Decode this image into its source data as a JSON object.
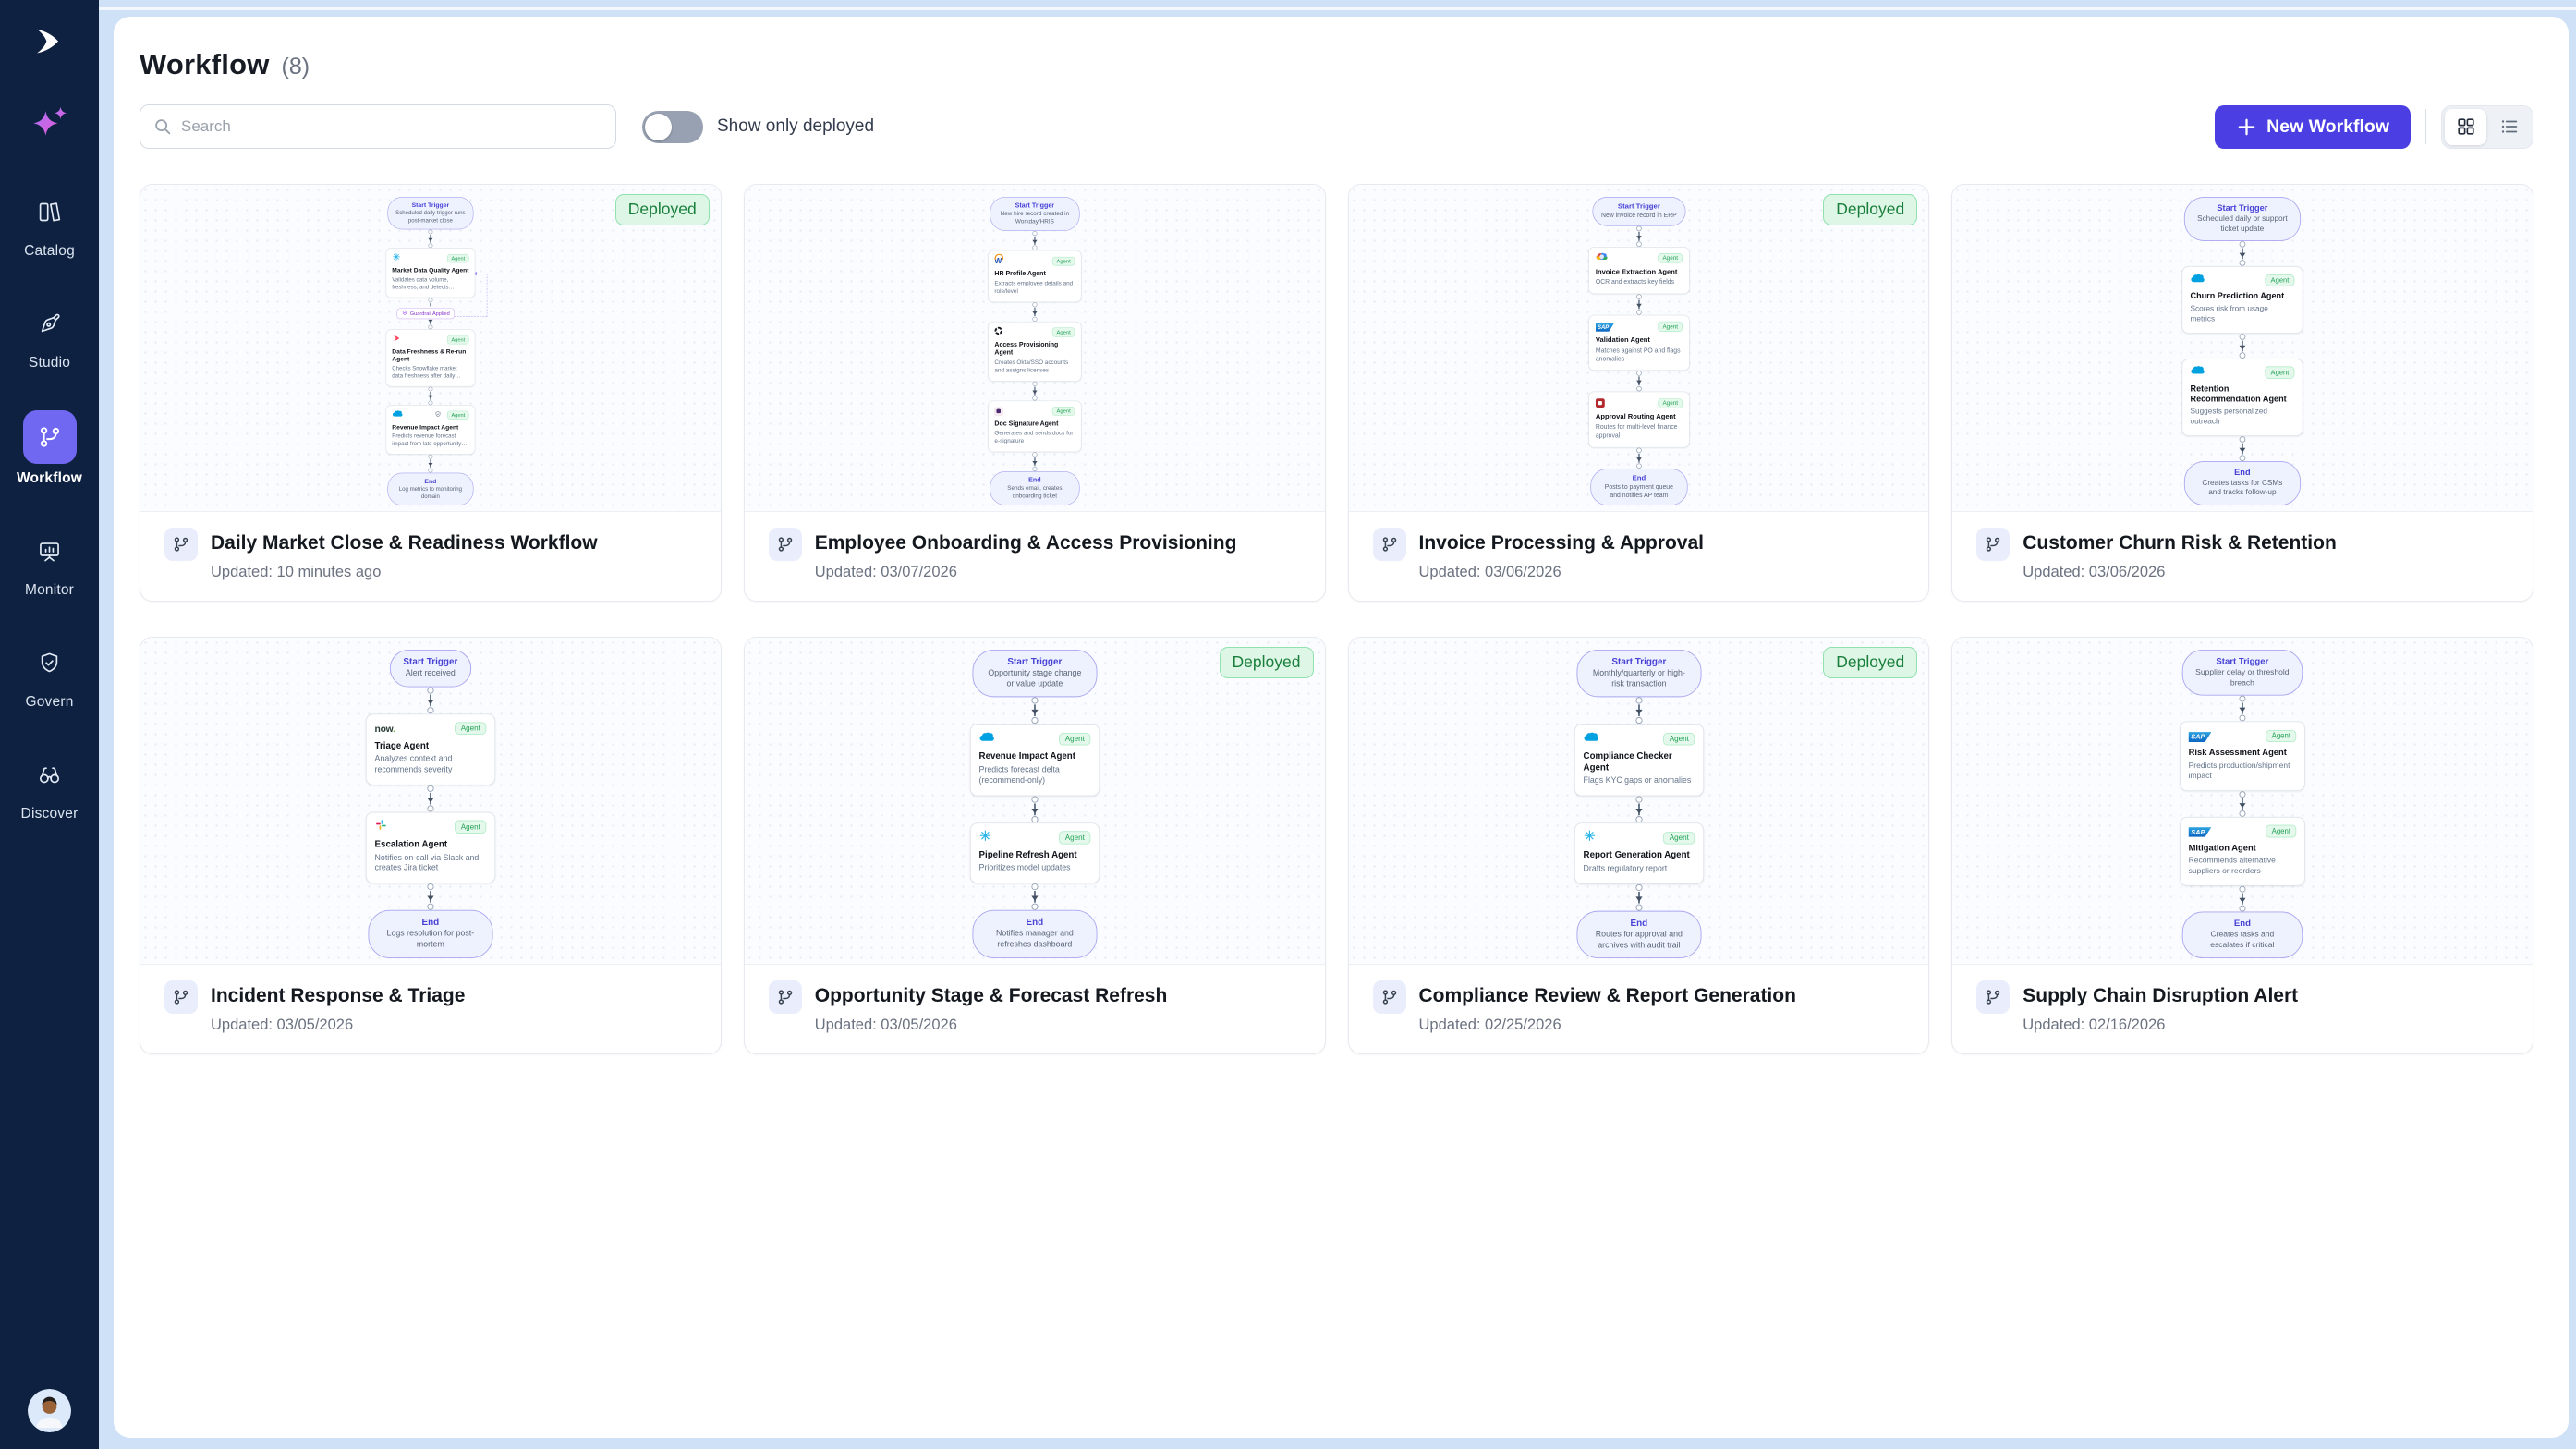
{
  "sidebar": {
    "items": [
      {
        "id": "catalog",
        "label": "Catalog",
        "icon": "catalog-icon",
        "active": false
      },
      {
        "id": "studio",
        "label": "Studio",
        "icon": "studio-icon",
        "active": false
      },
      {
        "id": "workflow",
        "label": "Workflow",
        "icon": "workflow-icon",
        "active": true
      },
      {
        "id": "monitor",
        "label": "Monitor",
        "icon": "monitor-icon",
        "active": false
      },
      {
        "id": "govern",
        "label": "Govern",
        "icon": "govern-icon",
        "active": false
      },
      {
        "id": "discover",
        "label": "Discover",
        "icon": "discover-icon",
        "active": false
      }
    ]
  },
  "header": {
    "title": "Workflow",
    "count": "(8)",
    "search_placeholder": "Search",
    "toggle_label": "Show only deployed",
    "toggle_on": false,
    "new_workflow_label": "New Workflow",
    "view_mode": "grid"
  },
  "labels": {
    "deployed": "Deployed",
    "agent": "Agent",
    "guardrail": "Guardrail Applied"
  },
  "colors": {
    "page_bg": "#cfe1f7",
    "sidebar_bg": "#0e2140",
    "active_nav": "#7168f1",
    "accent_button": "#4b3fe4",
    "deployed_bg": "#ddf6e5",
    "deployed_text": "#1a7f3c",
    "agent_badge_text": "#23a055",
    "start_end_text": "#4741d6"
  },
  "cards": [
    {
      "title": "Daily Market Close & Readiness Workflow",
      "updated": "Updated: 10 minutes ago",
      "deployed": true,
      "nodes": [
        {
          "type": "start",
          "title": "Start Trigger",
          "desc": "Scheduled daily trigger runs post-market close"
        },
        {
          "type": "agent",
          "icon": "snowflake",
          "title": "Market Data Quality Agent",
          "desc": "Validates data volume, freshness, and detects anomalies",
          "guardrail_after": true
        },
        {
          "type": "agent",
          "icon": "pega",
          "title": "Data Freshness & Re-run Agent",
          "desc": "Checks Snowflake market data freshness after daily close and trigg..."
        },
        {
          "type": "agent",
          "icon": "salesforce",
          "shield": true,
          "title": "Revenue Impact Agent",
          "desc": "Predicts revenue forecast impact from late opportunity changes"
        },
        {
          "type": "end",
          "title": "End",
          "desc": "Log metrics to monitoring domain"
        }
      ]
    },
    {
      "title": "Employee Onboarding & Access Provisioning",
      "updated": "Updated: 03/07/2026",
      "deployed": false,
      "nodes": [
        {
          "type": "start",
          "title": "Start Trigger",
          "desc": "New hire record created in Workday/HRIS"
        },
        {
          "type": "agent",
          "icon": "workday",
          "title": "HR Profile Agent",
          "desc": "Extracts employee details and role/level"
        },
        {
          "type": "agent",
          "icon": "okta",
          "title": "Access Provisioning Agent",
          "desc": "Creates Okta/SSO accounts and assigns licenses"
        },
        {
          "type": "agent",
          "icon": "docusign",
          "title": "Doc Signature Agent",
          "desc": "Generates and sends docs for e-signature"
        },
        {
          "type": "end",
          "title": "End",
          "desc": "Sends email, creates onboarding ticket"
        }
      ]
    },
    {
      "title": "Invoice Processing & Approval",
      "updated": "Updated: 03/06/2026",
      "deployed": true,
      "nodes": [
        {
          "type": "start",
          "title": "Start Trigger",
          "desc": "New invoice record in ERP"
        },
        {
          "type": "agent",
          "icon": "gcloud",
          "title": "Invoice Extraction Agent",
          "desc": "OCR and extracts key fields"
        },
        {
          "type": "agent",
          "icon": "sap",
          "title": "Validation Agent",
          "desc": "Matches against PO and flags anomalies"
        },
        {
          "type": "agent",
          "icon": "reddoc",
          "title": "Approval Routing Agent",
          "desc": "Routes for multi-level finance approval"
        },
        {
          "type": "end",
          "title": "End",
          "desc": "Posts to payment queue and notifies AP team"
        }
      ]
    },
    {
      "title": "Customer Churn Risk & Retention",
      "updated": "Updated: 03/06/2026",
      "deployed": false,
      "nodes": [
        {
          "type": "start",
          "title": "Start Trigger",
          "desc": "Scheduled daily or support ticket update"
        },
        {
          "type": "agent",
          "icon": "salesforce",
          "title": "Churn Prediction Agent",
          "desc": "Scores risk from usage metrics"
        },
        {
          "type": "agent",
          "icon": "salesforce",
          "title": "Retention Recommendation Agent",
          "desc": "Suggests personalized outreach"
        },
        {
          "type": "end",
          "title": "End",
          "desc": "Creates tasks for CSMs and tracks follow-up"
        }
      ]
    },
    {
      "title": "Incident Response & Triage",
      "updated": "Updated: 03/05/2026",
      "deployed": false,
      "nodes": [
        {
          "type": "start",
          "title": "Start Trigger",
          "desc": "Alert received"
        },
        {
          "type": "agent",
          "icon": "servicenow",
          "title": "Triage Agent",
          "desc": "Analyzes context and recommends severity"
        },
        {
          "type": "agent",
          "icon": "slack",
          "title": "Escalation Agent",
          "desc": "Notifies on-call via Slack and creates Jira ticket"
        },
        {
          "type": "end",
          "title": "End",
          "desc": "Logs resolution for post-mortem"
        }
      ]
    },
    {
      "title": "Opportunity Stage & Forecast Refresh",
      "updated": "Updated: 03/05/2026",
      "deployed": true,
      "nodes": [
        {
          "type": "start",
          "title": "Start Trigger",
          "desc": "Opportunity stage change or value update"
        },
        {
          "type": "agent",
          "icon": "salesforce",
          "title": "Revenue Impact Agent",
          "desc": "Predicts forecast delta (recommend-only)"
        },
        {
          "type": "agent",
          "icon": "snowflake",
          "title": "Pipeline Refresh Agent",
          "desc": "Prioritizes model updates"
        },
        {
          "type": "end",
          "title": "End",
          "desc": "Notifies manager and refreshes dashboard"
        }
      ]
    },
    {
      "title": "Compliance Review & Report Generation",
      "updated": "Updated: 02/25/2026",
      "deployed": true,
      "nodes": [
        {
          "type": "start",
          "title": "Start Trigger",
          "desc": "Monthly/quarterly or high-risk transaction"
        },
        {
          "type": "agent",
          "icon": "salesforce",
          "title": "Compliance Checker Agent",
          "desc": "Flags KYC gaps or anomalies"
        },
        {
          "type": "agent",
          "icon": "snowflake",
          "title": "Report Generation Agent",
          "desc": "Drafts regulatory report"
        },
        {
          "type": "end",
          "title": "End",
          "desc": "Routes for approval and archives with audit trail"
        }
      ]
    },
    {
      "title": "Supply Chain Disruption Alert",
      "updated": "Updated: 02/16/2026",
      "deployed": false,
      "nodes": [
        {
          "type": "start",
          "title": "Start Trigger",
          "desc": "Supplier delay or threshold breach"
        },
        {
          "type": "agent",
          "icon": "sap",
          "title": "Risk Assessment Agent",
          "desc": "Predicts production/shipment impact"
        },
        {
          "type": "agent",
          "icon": "sap",
          "title": "Mitigation Agent",
          "desc": "Recommends alternative suppliers or reorders"
        },
        {
          "type": "end",
          "title": "End",
          "desc": "Creates tasks and escalates if critical"
        }
      ]
    }
  ]
}
